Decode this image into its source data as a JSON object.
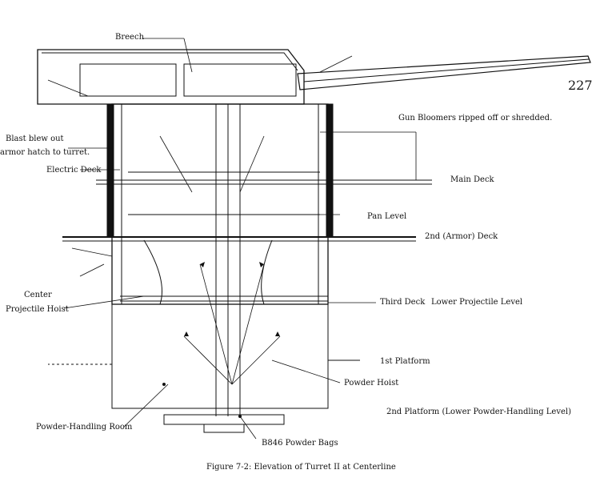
{
  "page_number": "227",
  "caption": "Figure 7-2: Elevation of Turret II at Centerline",
  "labels": {
    "breech": "Breech",
    "gun_bloomers": "Gun Bloomers ripped off or shredded.",
    "blast_1": "Blast blew out",
    "blast_2": "armor hatch to turret.",
    "electric_deck": "Electric Deck",
    "main_deck": "Main Deck",
    "pan_level": "Pan Level",
    "armor_deck": "2nd (Armor) Deck",
    "center": "Center",
    "projectile_hoist": "Projectile Hoist",
    "third_deck": "Third Deck",
    "lower_projectile": "Lower Projectile Level",
    "first_platform": "1st Platform",
    "powder_hoist": "Powder Hoist",
    "second_platform": "2nd Platform (Lower Powder-Handling Level)",
    "powder_room": "Powder-Handling Room",
    "powder_bags": "B846 Powder Bags"
  }
}
